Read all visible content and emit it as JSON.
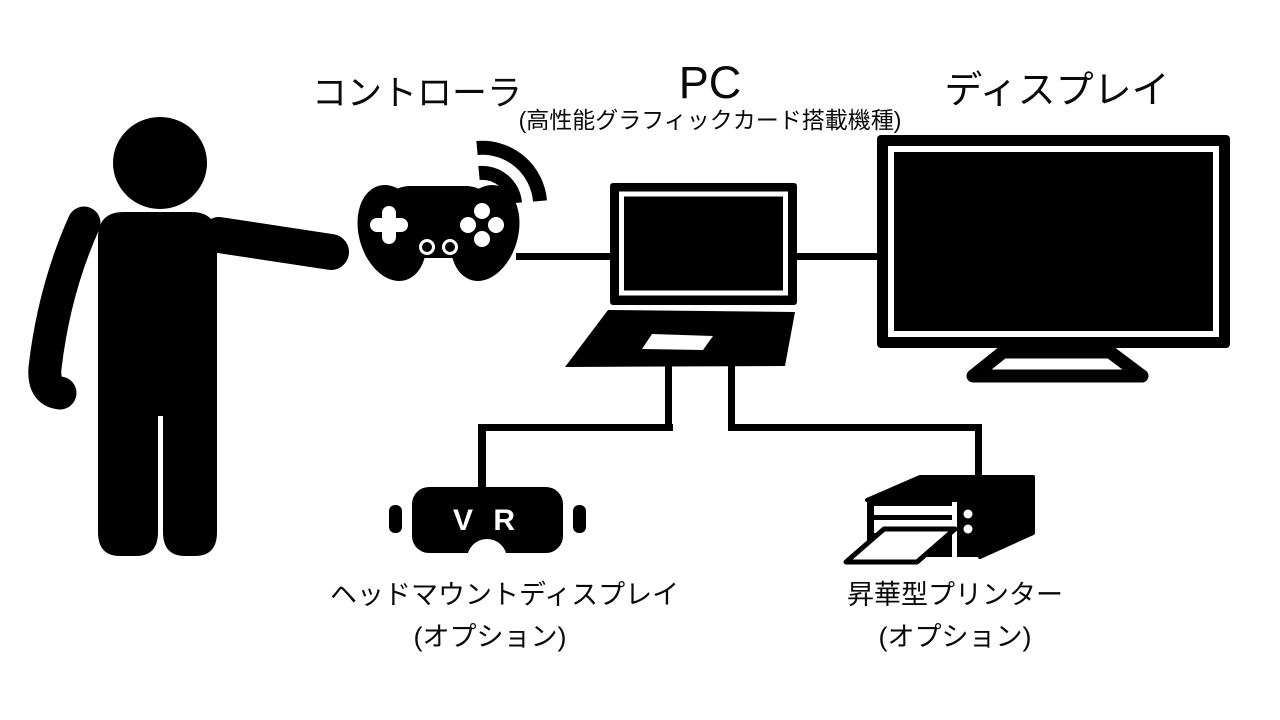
{
  "diagram": {
    "labels": {
      "controller": "コントローラ",
      "pc_title": "PC",
      "pc_subtitle": "(高性能グラフィックカード搭載機種)",
      "display": "ディスプレイ",
      "hmd_title": "ヘッドマウントディスプレイ",
      "hmd_subtitle": "(オプション)",
      "printer_title": "昇華型プリンター",
      "printer_subtitle": "(オプション)",
      "vr_badge": "V R"
    },
    "icons": {
      "person": "person-silhouette-icon",
      "controller": "game-controller-icon",
      "wireless": "wireless-signal-icon",
      "pc": "laptop-icon",
      "display": "tv-icon",
      "hmd": "vr-headset-icon",
      "printer": "printer-icon"
    },
    "colors": {
      "foreground": "#000000",
      "background": "#ffffff"
    }
  }
}
